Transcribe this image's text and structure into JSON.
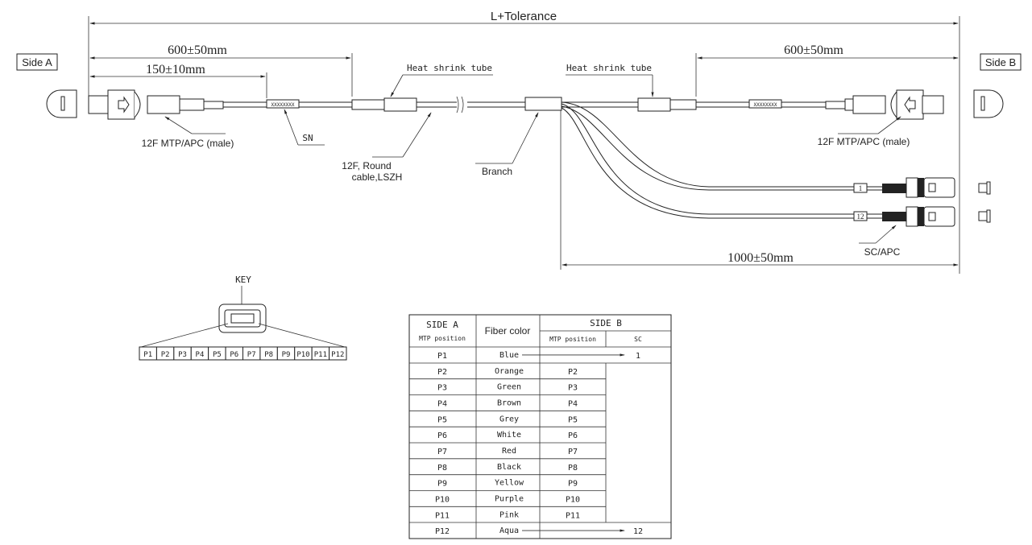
{
  "labels": {
    "side_a": "Side A",
    "side_b": "Side B",
    "total_length": "L+Tolerance",
    "dim_a_600": "600±50mm",
    "dim_a_150": "150±10mm",
    "dim_b_600": "600±50mm",
    "dim_1000": "1000±50mm",
    "heat_shrink_1": "Heat shrink tube",
    "heat_shrink_2": "Heat shrink tube",
    "connector_a": "12F MTP/APC (male)",
    "connector_b": "12F MTP/APC (male)",
    "sn": "SN",
    "serial_mark": "XXXXXXXX",
    "cable_line1": "12F, Round",
    "cable_line2": "cable,LSZH",
    "branch": "Branch",
    "sc_apc": "SC/APC",
    "leg_1": "1",
    "leg_12": "12",
    "key": "KEY"
  },
  "key_positions": [
    "P1",
    "P2",
    "P3",
    "P4",
    "P5",
    "P6",
    "P7",
    "P8",
    "P9",
    "P10",
    "P11",
    "P12"
  ],
  "table": {
    "side_a": "SIDE A",
    "side_a_sub": "MTP position",
    "fiber_color": "Fiber color",
    "side_b": "SIDE B",
    "side_b_mtp": "MTP position",
    "side_b_sc": "SC",
    "rows": [
      {
        "a": "P1",
        "color": "Blue",
        "mtp": "",
        "sc": "1"
      },
      {
        "a": "P2",
        "color": "Orange",
        "mtp": "P2",
        "sc": ""
      },
      {
        "a": "P3",
        "color": "Green",
        "mtp": "P3",
        "sc": ""
      },
      {
        "a": "P4",
        "color": "Brown",
        "mtp": "P4",
        "sc": ""
      },
      {
        "a": "P5",
        "color": "Grey",
        "mtp": "P5",
        "sc": ""
      },
      {
        "a": "P6",
        "color": "White",
        "mtp": "P6",
        "sc": ""
      },
      {
        "a": "P7",
        "color": "Red",
        "mtp": "P7",
        "sc": ""
      },
      {
        "a": "P8",
        "color": "Black",
        "mtp": "P8",
        "sc": ""
      },
      {
        "a": "P9",
        "color": "Yellow",
        "mtp": "P9",
        "sc": ""
      },
      {
        "a": "P10",
        "color": "Purple",
        "mtp": "P10",
        "sc": ""
      },
      {
        "a": "P11",
        "color": "Pink",
        "mtp": "P11",
        "sc": ""
      },
      {
        "a": "P12",
        "color": "Aqua",
        "mtp": "",
        "sc": "12"
      }
    ]
  }
}
